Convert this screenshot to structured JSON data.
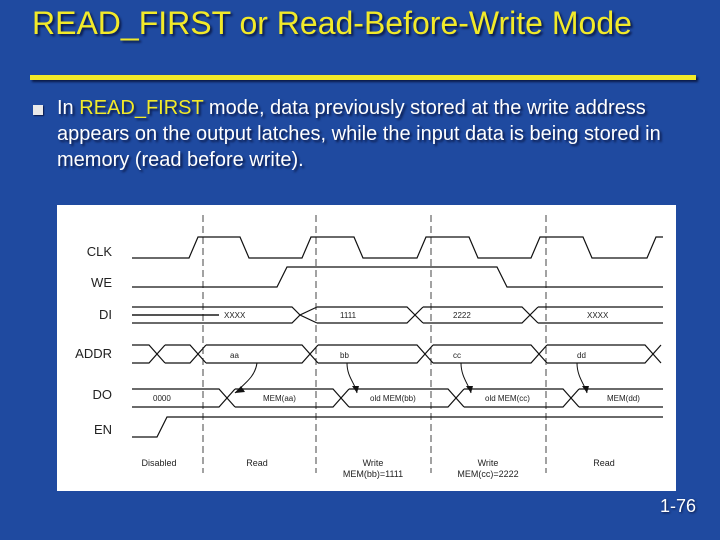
{
  "slide": {
    "title": "READ_FIRST or Read-Before-Write Mode",
    "bullet": {
      "highlight": "READ_FIRST",
      "prefix": "In ",
      "text": " mode, data previously stored at the write address appears on the output latches, while the input data is being stored in memory (read before write)."
    },
    "page_number": "1-76"
  },
  "colors": {
    "background": "#1f4aa0",
    "title": "#f2ea29",
    "text": "#ffffff"
  },
  "timing_diagram": {
    "signals": [
      "CLK",
      "WE",
      "DI",
      "ADDR",
      "DO",
      "EN"
    ],
    "di_values": [
      "XXXX",
      "1111",
      "2222",
      "XXXX"
    ],
    "addr_values": [
      "aa",
      "bb",
      "cc",
      "dd"
    ],
    "do_initial": "0000",
    "do_values": [
      "MEM(aa)",
      "old MEM(bb)",
      "old MEM(cc)",
      "MEM(dd)"
    ],
    "phases": [
      {
        "label": "Disabled"
      },
      {
        "label": "Read"
      },
      {
        "label": "Write",
        "sub": "MEM(bb)=1111"
      },
      {
        "label": "Write",
        "sub": "MEM(cc)=2222"
      },
      {
        "label": "Read"
      }
    ]
  }
}
